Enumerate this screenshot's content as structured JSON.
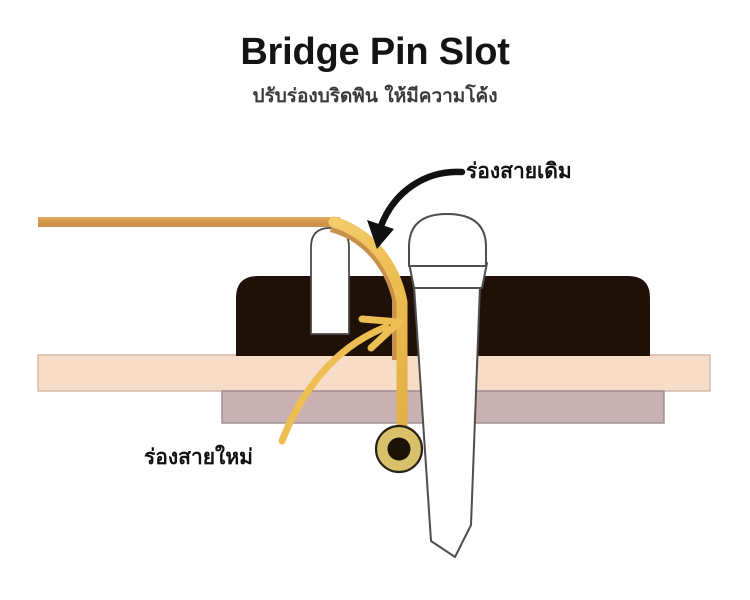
{
  "header": {
    "title": "Bridge Pin Slot",
    "subtitle": "ปรับร่องบริดพิน ให้มีความโค้ง"
  },
  "labels": {
    "old_slot": "ร่องสายเดิม",
    "new_slot": "ร่องสายใหม่"
  },
  "colors": {
    "background": "#ffffff",
    "title_text": "#141414",
    "subtitle_text": "#3a3a3a",
    "label_text": "#111111",
    "string_gold": "#efc45c",
    "string_gold_dark": "#d8a24a",
    "string_tan": "#c8904a",
    "string_top_bar": "#d79a4f",
    "bridge_dark": "#201108",
    "soundboard": "#f7dcc7",
    "soundboard_edge": "#d8bda8",
    "brace": "#c9b0b2",
    "brace_edge": "#9b8b8d",
    "pin_white": "#ffffff",
    "pin_outline": "#4e4e4e",
    "ball_end_ring": "#d9c06a",
    "ball_end_core": "#1d1208",
    "arrow_black": "#111111",
    "arrow_gold": "#edbf52"
  },
  "diagram": {
    "parts": [
      {
        "name": "string-straight-top",
        "label": "string (straight run)"
      },
      {
        "name": "bridge-body",
        "label": "bridge"
      },
      {
        "name": "old-slot-cutout",
        "label": "original string slot"
      },
      {
        "name": "new-slot-string-curve",
        "label": "new curved string path"
      },
      {
        "name": "bridge-pin",
        "label": "bridge pin"
      },
      {
        "name": "soundboard-layer",
        "label": "soundboard"
      },
      {
        "name": "brace-layer",
        "label": "bridge plate / brace"
      },
      {
        "name": "string-ball-end",
        "label": "ball end"
      }
    ]
  }
}
